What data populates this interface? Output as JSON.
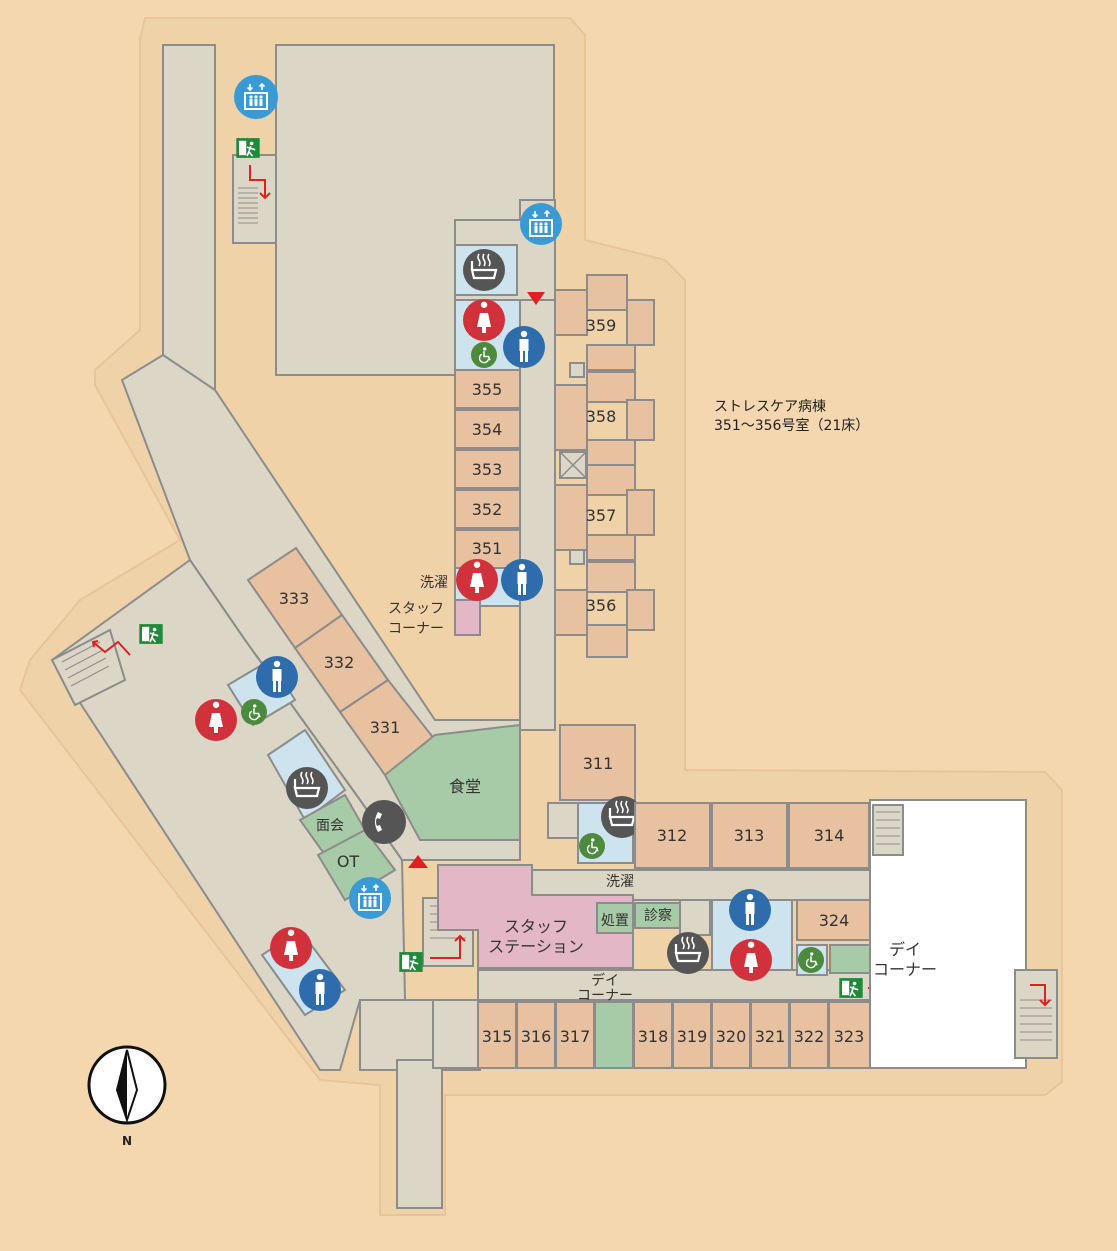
{
  "ward_info": {
    "line1": "ストレスケア病棟",
    "line2": "351～356号室（21床）"
  },
  "rooms": {
    "r359": "359",
    "r358": "358",
    "r357": "357",
    "r356": "356",
    "r355": "355",
    "r354": "354",
    "r353": "353",
    "r352": "352",
    "r351": "351",
    "r333": "333",
    "r332": "332",
    "r331": "331",
    "r311": "311",
    "r312": "312",
    "r313": "313",
    "r314": "314",
    "r324": "324",
    "r315": "315",
    "r316": "316",
    "r317": "317",
    "r318": "318",
    "r319": "319",
    "r320": "320",
    "r321": "321",
    "r322": "322",
    "r323": "323"
  },
  "labels": {
    "dining": "食堂",
    "visit": "面会",
    "ot": "OT",
    "laundry_north": "洗濯",
    "staff_corner_1": "スタッフ",
    "staff_corner_2": "コーナー",
    "station_1": "スタッフ",
    "station_2": "ステーション",
    "treatment": "処置",
    "exam": "診察",
    "laundry_south": "洗濯",
    "day_corner_small_1": "デイ",
    "day_corner_small_2": "コーナー",
    "day_corner_1": "デイ",
    "day_corner_2": "コーナー"
  },
  "compass": {
    "north_label": "N"
  },
  "colors": {
    "background": "#f4d7ae",
    "patient_room": "#e8c2a0",
    "corridor": "#dcd6c6",
    "green_room": "#a7cba6",
    "station": "#e4b7c6",
    "wet_room": "#cde3ee",
    "female_icon": "#d0313a",
    "male_icon": "#2f6cab",
    "elevator_icon": "#3a9ad4",
    "bath_icon": "#555555",
    "wheelchair_icon": "#4c8a3e",
    "exit_icon": "#1f8a3a",
    "arrow": "#e02020"
  }
}
